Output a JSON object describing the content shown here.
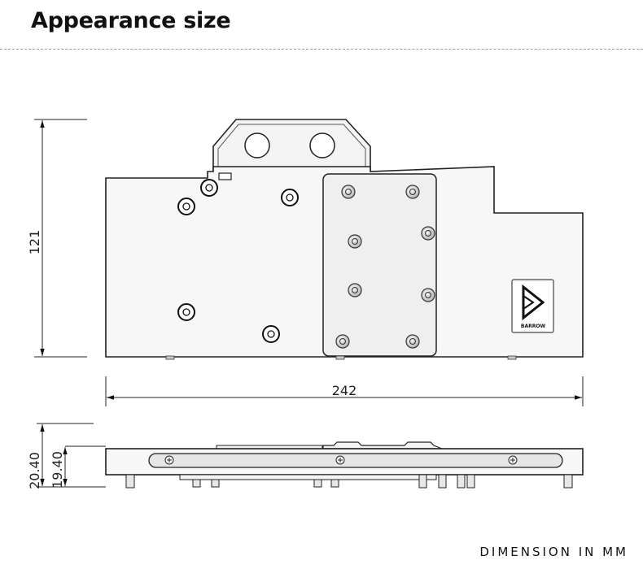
{
  "title": "Appearance size",
  "dimensions": {
    "height": "121",
    "width": "242",
    "side_total": "20.40",
    "side_body": "19.40"
  },
  "logo_text": "BARROW",
  "footer": "DIMENSION IN MM"
}
